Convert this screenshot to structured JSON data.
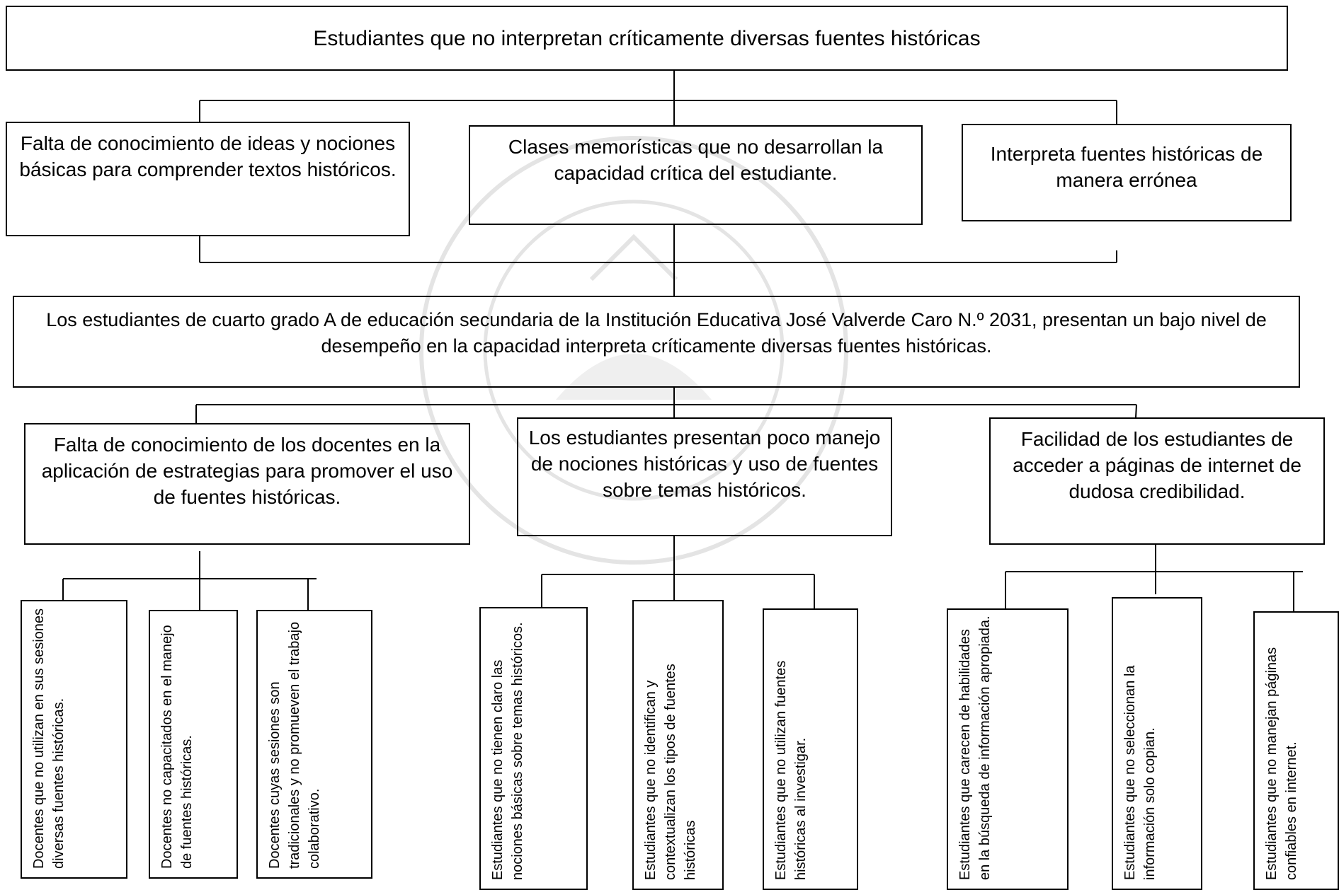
{
  "diagram": {
    "effect": "Estudiantes que no interpretan críticamente diversas fuentes históricas",
    "consequences": [
      "Falta de conocimiento de ideas y nociones básicas para comprender textos históricos.",
      "Clases memorísticas que no desarrollan la capacidad crítica del estudiante.",
      "Interpreta fuentes históricas de manera errónea"
    ],
    "problem": "Los estudiantes de cuarto grado A de educación secundaria de la Institución Educativa José Valverde Caro N.º 2031, presentan un bajo nivel de desempeño en la capacidad interpreta críticamente diversas fuentes históricas.",
    "causes": [
      "Falta de conocimiento de los docentes en la aplicación de estrategias para promover el uso de fuentes históricas.",
      "Los estudiantes presentan poco manejo de nociones históricas y uso de fuentes sobre temas históricos.",
      "Facilidad de los estudiantes de acceder a páginas de internet de dudosa credibilidad."
    ],
    "subcauses": [
      "Docentes que no utilizan en sus sesiones diversas fuentes históricas.",
      "Docentes no capacitados en el manejo de fuentes históricas.",
      "Docentes cuyas sesiones   son tradicionales y no promueven el trabajo colaborativo.",
      "Estudiantes que no tienen claro las nociones básicas sobre temas históricos.",
      "Estudiantes que no identifican y contextualizan los tipos de fuentes  históricas",
      "Estudiantes que no utilizan fuentes históricas al investigar.",
      "Estudiantes que carecen de habilidades en la búsqueda de información apropiada.",
      "Estudiantes que no seleccionan la información solo copian.",
      "Estudiantes que no manejan páginas confiables en internet."
    ]
  }
}
